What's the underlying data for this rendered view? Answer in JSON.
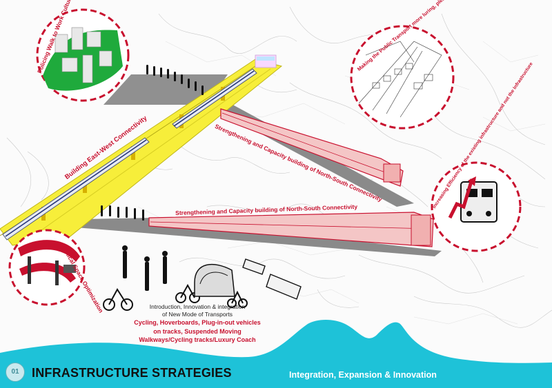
{
  "labels": {
    "walk_culture": "Policing Walk to Work Culture",
    "east_west": "Building East-West Connectivity",
    "north_south_1": "Strengthening and Capacity building of North-South Connectivity",
    "north_south_2": "Strengthening and Capacity building of North-South Connectivity",
    "public_transport": "Making the Public Transport more luring, pleasurable as well as Healthy",
    "vertical_space": "Vertical Space Optimization",
    "efficiency": "Increasing Efficiency of the existing infrastructure and not the Infrastructure"
  },
  "intro": {
    "line1": "Introduction, Innovation & integration",
    "line2": "of New Mode of Transports"
  },
  "modes": {
    "line1": "Cycling, Hoverboards, Plug-in-out vehicles",
    "line2": "on tracks, Suspended Moving",
    "line3": "Walkways/Cycling tracks/Luxury Coach"
  },
  "footer": {
    "number": "01",
    "title": "INFRASTRUCTURE STRATEGIES",
    "subtitle": "Integration, Expansion & Innovation"
  },
  "colors": {
    "accent_red": "#c8102e",
    "viaduct_yellow": "#f7ee3a",
    "sea_cyan": "#1ec2d8",
    "green_space": "#1faa3c"
  }
}
